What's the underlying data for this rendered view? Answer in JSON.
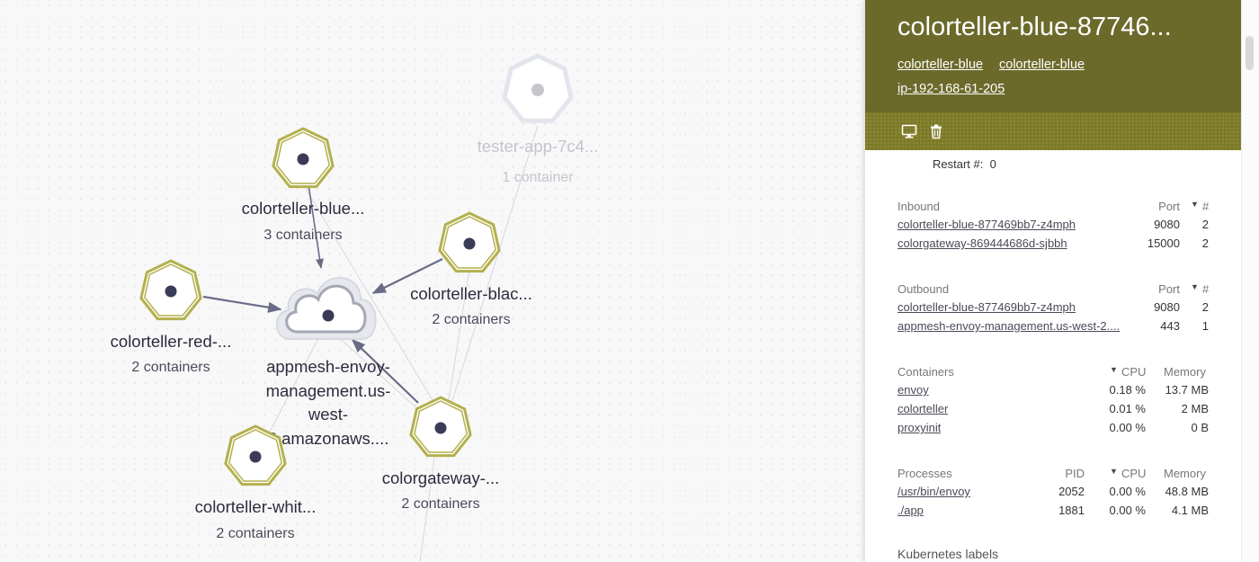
{
  "graph": {
    "nodes": {
      "tester": {
        "label": "tester-app-7c4...",
        "sub": "1 container"
      },
      "blue": {
        "label": "colorteller-blue...",
        "sub": "3 containers"
      },
      "black": {
        "label": "colorteller-blac...",
        "sub": "2 containers"
      },
      "red": {
        "label": "colorteller-red-...",
        "sub": "2 containers"
      },
      "white": {
        "label": "colorteller-whit...",
        "sub": "2 containers"
      },
      "gateway": {
        "label": "colorgateway-...",
        "sub": "2 containers"
      },
      "cloud": {
        "label": "appmesh-envoy-management.us-west-2.amazonaws...."
      }
    },
    "colors": {
      "node_ring": "#b4b04e",
      "node_dot": "#3a3b56",
      "edge": "#6a6c86",
      "faded": "#dfe2ea"
    }
  },
  "panel": {
    "title": "colorteller-blue-87746...",
    "header_links": [
      "colorteller-blue",
      "colorteller-blue",
      "ip-192-168-61-205"
    ],
    "header_color": "#6b6a2b",
    "toolbar": {
      "console_icon": "terminal-icon",
      "delete_icon": "trash-icon"
    },
    "restart_label": "Restart #:",
    "restart_value": "0",
    "inbound": {
      "header": {
        "name": "Inbound",
        "port": "Port",
        "count": "#"
      },
      "rows": [
        {
          "name": "colorteller-blue-877469bb7-z4mph",
          "port": "9080",
          "count": "2"
        },
        {
          "name": "colorgateway-869444686d-sjbbh",
          "port": "15000",
          "count": "2"
        }
      ]
    },
    "outbound": {
      "header": {
        "name": "Outbound",
        "port": "Port",
        "count": "#"
      },
      "rows": [
        {
          "name": "colorteller-blue-877469bb7-z4mph",
          "port": "9080",
          "count": "2"
        },
        {
          "name": "appmesh-envoy-management.us-west-2....",
          "port": "443",
          "count": "1"
        }
      ]
    },
    "containers": {
      "header": {
        "name": "Containers",
        "cpu": "CPU",
        "memory": "Memory"
      },
      "rows": [
        {
          "name": "envoy",
          "cpu": "0.18 %",
          "memory": "13.7 MB"
        },
        {
          "name": "colorteller",
          "cpu": "0.01 %",
          "memory": "2 MB"
        },
        {
          "name": "proxyinit",
          "cpu": "0.00 %",
          "memory": "0 B"
        }
      ]
    },
    "processes": {
      "header": {
        "name": "Processes",
        "pid": "PID",
        "cpu": "CPU",
        "memory": "Memory"
      },
      "rows": [
        {
          "name": "/usr/bin/envoy",
          "pid": "2052",
          "cpu": "0.00 %",
          "memory": "48.8 MB"
        },
        {
          "name": "./app",
          "pid": "1881",
          "cpu": "0.00 %",
          "memory": "4.1 MB"
        }
      ]
    },
    "labels_heading": "Kubernetes labels"
  }
}
